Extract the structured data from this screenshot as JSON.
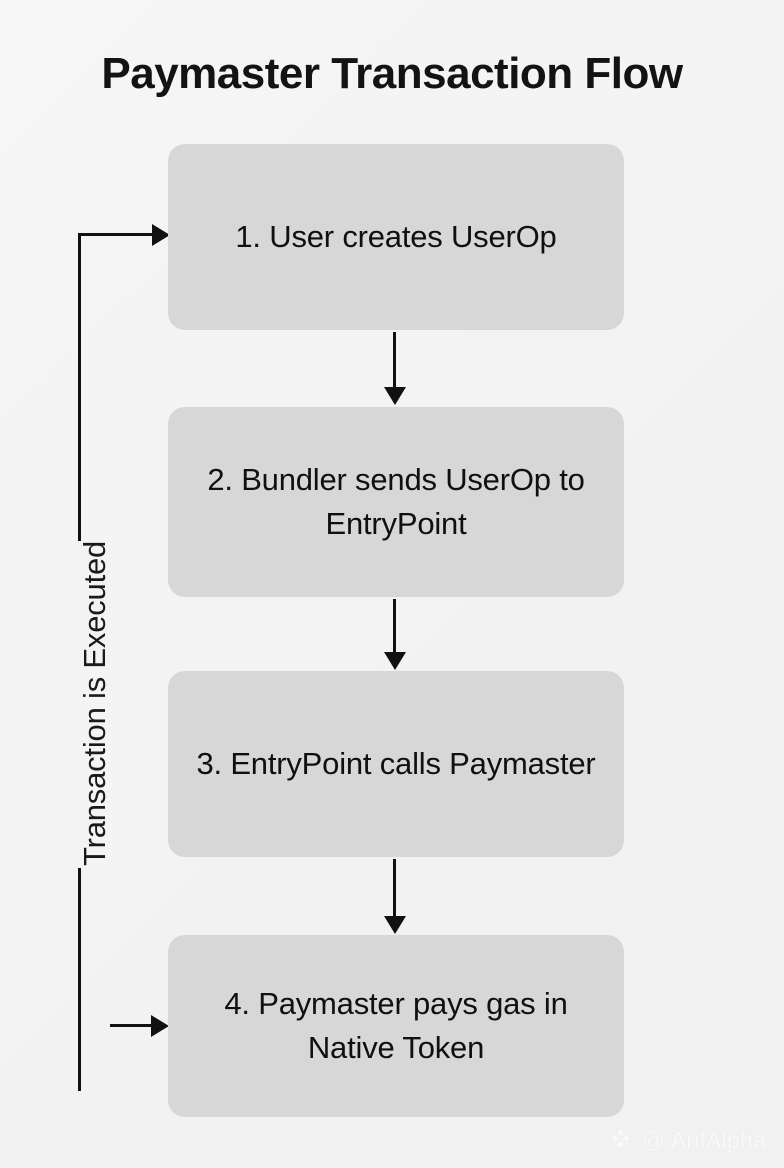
{
  "diagram": {
    "title": "Paymaster Transaction Flow",
    "background_color": "#f3f3f3",
    "box_fill_color": "#d7d7d7",
    "line_color": "#111111",
    "text_color": "#101010",
    "type": "flowchart",
    "steps": [
      {
        "id": 1,
        "label": "1. User creates UserOp"
      },
      {
        "id": 2,
        "label": "2. Bundler sends UserOp to EntryPoint"
      },
      {
        "id": 3,
        "label": "3. EntryPoint calls Paymaster"
      },
      {
        "id": 4,
        "label": "4. Paymaster pays gas in Native Token"
      }
    ],
    "connectors": [
      {
        "from": 1,
        "to": 2,
        "kind": "arrow-down"
      },
      {
        "from": 2,
        "to": 3,
        "kind": "arrow-down"
      },
      {
        "from": 3,
        "to": 4,
        "kind": "arrow-down"
      }
    ],
    "feedback_loop": {
      "label": "Transaction is Executed",
      "from": 4,
      "to": 1,
      "orientation": "vertical-left",
      "rotation": "-90deg"
    }
  },
  "watermark": {
    "logo": "binance-diamond-icon",
    "handle": "@ ArifAlpha"
  }
}
